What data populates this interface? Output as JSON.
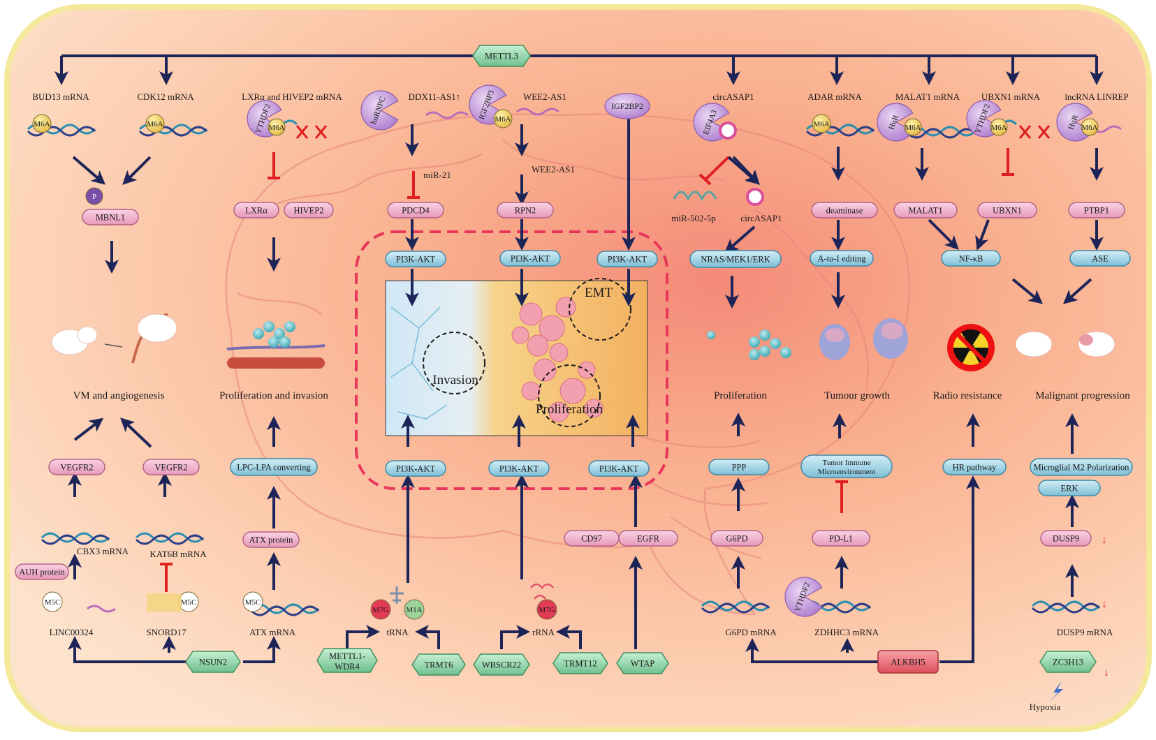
{
  "writers": {
    "METTL3": "METTL3",
    "NSUN2": "NSUN2",
    "METTL1_WDR4_line1": "METTL1-",
    "METTL1_WDR4_line2": "WDR4",
    "TRMT6": "TRMT6",
    "WBSCR22": "WBSCR22",
    "TRMT12": "TRMT12",
    "WTAP": "WTAP",
    "ZC3H13": "ZC3H13",
    "ALKBH5": "ALKBH5"
  },
  "readers": {
    "YTHDF2": "YTHDF2",
    "hnRNPC": "hnRNPC",
    "IGF2BP3": "IGF2BP3",
    "IGF2BP2": "IGF2BP2",
    "EIF4A3": "EIF4A3",
    "HuR": "HuR"
  },
  "marks": {
    "m6a": "M6A",
    "m5c": "M5C",
    "m7g": "M7G",
    "m1a": "M1A",
    "p": "P"
  },
  "targets": {
    "bud13": "BUD13 mRNA",
    "cdk12": "CDK12  mRNA",
    "lxr_hivep2": "LXRα and HIVEP2 mRNA",
    "ddx11": "DDX11-AS1↑",
    "wee2": "WEE2-AS1",
    "wee2b": "WEE2-AS1",
    "mir21": "miR-21",
    "circasap1": "circASAP1",
    "circasap1b": "circASAP1",
    "mir502": "miR-502-5p",
    "adar": "ADAR mRNA",
    "malat1": "MALAT1 mRNA",
    "ubxn1": "UBXN1 mRNA",
    "linrep": "lncRNA LINREP",
    "cbx3": "CBX3 mRNA",
    "kat6b": "KAT6B mRNA",
    "linc00324": "LINC00324",
    "snord17": "SNORD17",
    "atx_mrna": "ATX mRNA",
    "trna": "tRNA",
    "rrna": "rRNA",
    "g6pd_mrna": "G6PD  mRNA",
    "zdhhc3": "ZDHHC3 mRNA",
    "dusp9_mrna": "DUSP9 mRNA",
    "hypoxia": "Hypoxia"
  },
  "proteins": {
    "mbnl1": "MBNL1",
    "lxra": "LXRα",
    "hivep2": "HIVEP2",
    "pdcd4": "PDCD4",
    "rpn2": "RPN2",
    "deaminase": "deaminase",
    "malat1": "MALAT1",
    "ubxn1": "UBXN1",
    "ptbp1": "PTBP1",
    "vegfr2a": "VEGFR2",
    "vegfr2b": "VEGFR2",
    "atx_protein": "ATX protein",
    "auh_protein": "AUH protein",
    "cd97": "CD97",
    "egfr": "EGFR",
    "g6pd": "G6PD",
    "pdl1": "PD-L1",
    "dusp9": "DUSP9"
  },
  "pathways": {
    "pi3k_t1": "PI3K-AKT",
    "pi3k_t2": "PI3K-AKT",
    "pi3k_t3": "PI3K-AKT",
    "pi3k_b1": "PI3K-AKT",
    "pi3k_b2": "PI3K-AKT",
    "pi3k_b3": "PI3K-AKT",
    "nras": "NRAS/MEK1/ERK",
    "a_to_i": "A-to-I editing",
    "nfkb": "NF-κB",
    "ase": "ASE",
    "lpc_lpa": "LPC-LPA converting",
    "ppp": "PPP",
    "tme_line1": "Tumor Immune",
    "tme_line2": "Microenvironment",
    "hr": "HR pathway",
    "m2": "Microglial M2 Polarization",
    "erk": "ERK"
  },
  "outcomes": {
    "vm": "VM and angiogenesis",
    "prolif_inv": "Proliferation and invasion",
    "proliferation": "Proliferation",
    "tumour": "Tumour growth",
    "radio": "Radio resistance",
    "malignant": "Malignant progression"
  },
  "center": {
    "emt": "EMT",
    "invasion": "Invasion",
    "proliferation": "Proliferation"
  },
  "down_arrow": "↓",
  "colors": {
    "navy": "#1c2458",
    "inhibit_red": "#e02020",
    "pink_pill": "#f3b6cf",
    "blue_pill": "#9fd0e2",
    "green_writer": "#8fd3a8",
    "red_eraser": "#ee6f78",
    "reader_purple": "#c9a2dc",
    "background": "#fbc2a2",
    "frame": "#f4e89a"
  }
}
